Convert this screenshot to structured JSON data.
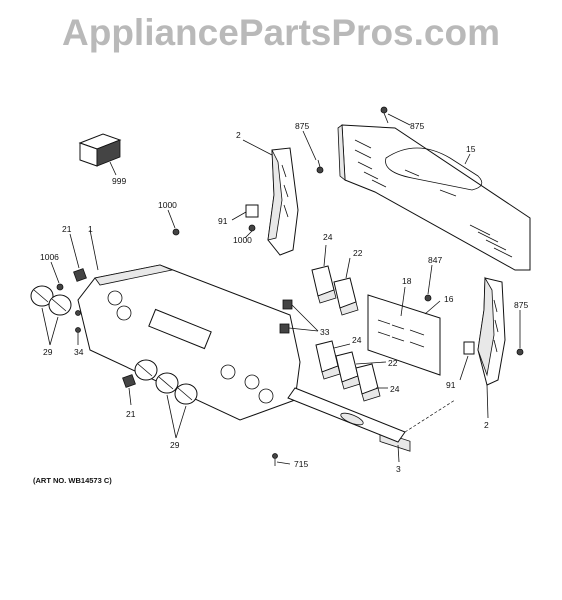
{
  "watermark": "AppliancePartsPros.com",
  "art_number": "(ART NO. WB14573 C)",
  "callouts": {
    "c999": "999",
    "c2_left": "2",
    "c875_a": "875",
    "c875_b": "875",
    "c15": "15",
    "c1000_a": "1000",
    "c91_a": "91",
    "c1000_b": "1000",
    "c21_a": "21",
    "c1": "1",
    "c1006": "1006",
    "c24_a": "24",
    "c22_a": "22",
    "c847": "847",
    "c18": "18",
    "c16": "16",
    "c875_c": "875",
    "c29_a": "29",
    "c34": "34",
    "c33": "33",
    "c24_b": "24",
    "c22_b": "22",
    "c24_c": "24",
    "c91_b": "91",
    "c2_right": "2",
    "c21_b": "21",
    "c29_b": "29",
    "c715": "715",
    "c3": "3"
  }
}
